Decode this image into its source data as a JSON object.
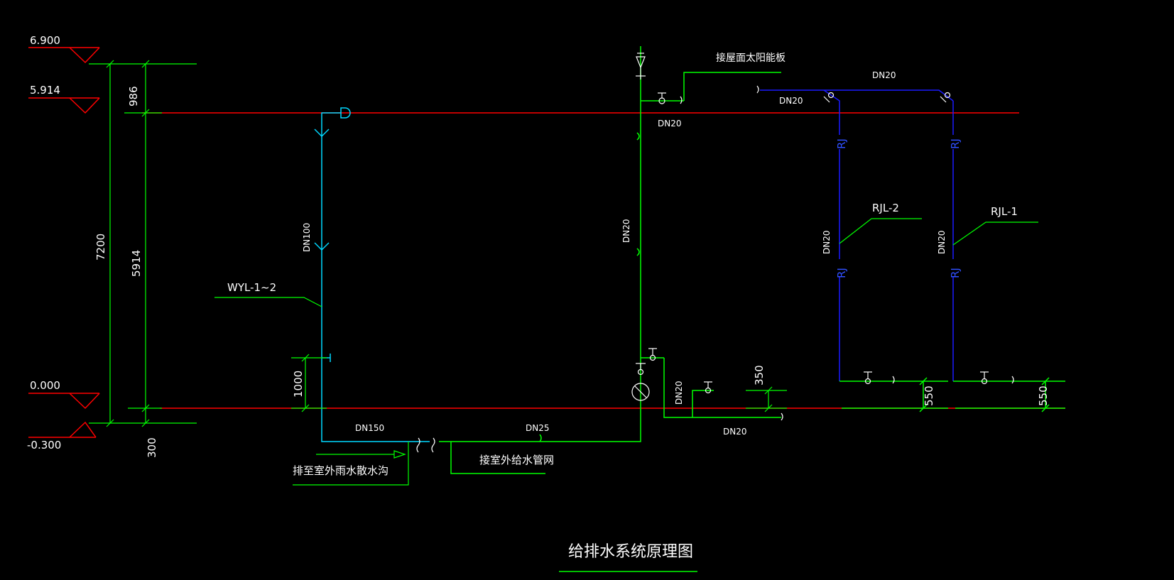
{
  "title": "给排水系统原理图",
  "colors": {
    "background": "#000000",
    "dim": "#00ff00",
    "floor": "#ff0000",
    "rain": "#00d8ff",
    "supply": "#00ff00",
    "hot": "#1a1aff",
    "text": "#ffffff",
    "hotText": "#3050ff"
  },
  "levels": {
    "l6900": "6.900",
    "l5914": "5.914",
    "l0000": "0.000",
    "lm0300": "-0.300"
  },
  "dimensions": {
    "d986": "986",
    "d7200": "7200",
    "d5914": "5914",
    "d300": "300",
    "d1000": "1000",
    "d350": "350",
    "d550a": "550",
    "d550b": "550"
  },
  "pipes": {
    "wyl": "WYL-1~2",
    "rjl2": "RJL-2",
    "rjl1": "RJL-1",
    "rj": "RJ"
  },
  "sizes": {
    "dn100": "DN100",
    "dn150": "DN150",
    "dn25": "DN25",
    "dn20_vert": "DN20",
    "dn20_top": "DN20",
    "dn20_top2": "DN20",
    "dn20_roof": "DN20",
    "dn20_low": "DN20",
    "dn20_low2": "DN20",
    "dn20_rjl2": "DN20",
    "dn20_rjl1": "DN20"
  },
  "notes": {
    "solar": "接屋面太阳能板",
    "drain": "排至室外雨水散水沟",
    "supply": "接室外给水管网"
  }
}
